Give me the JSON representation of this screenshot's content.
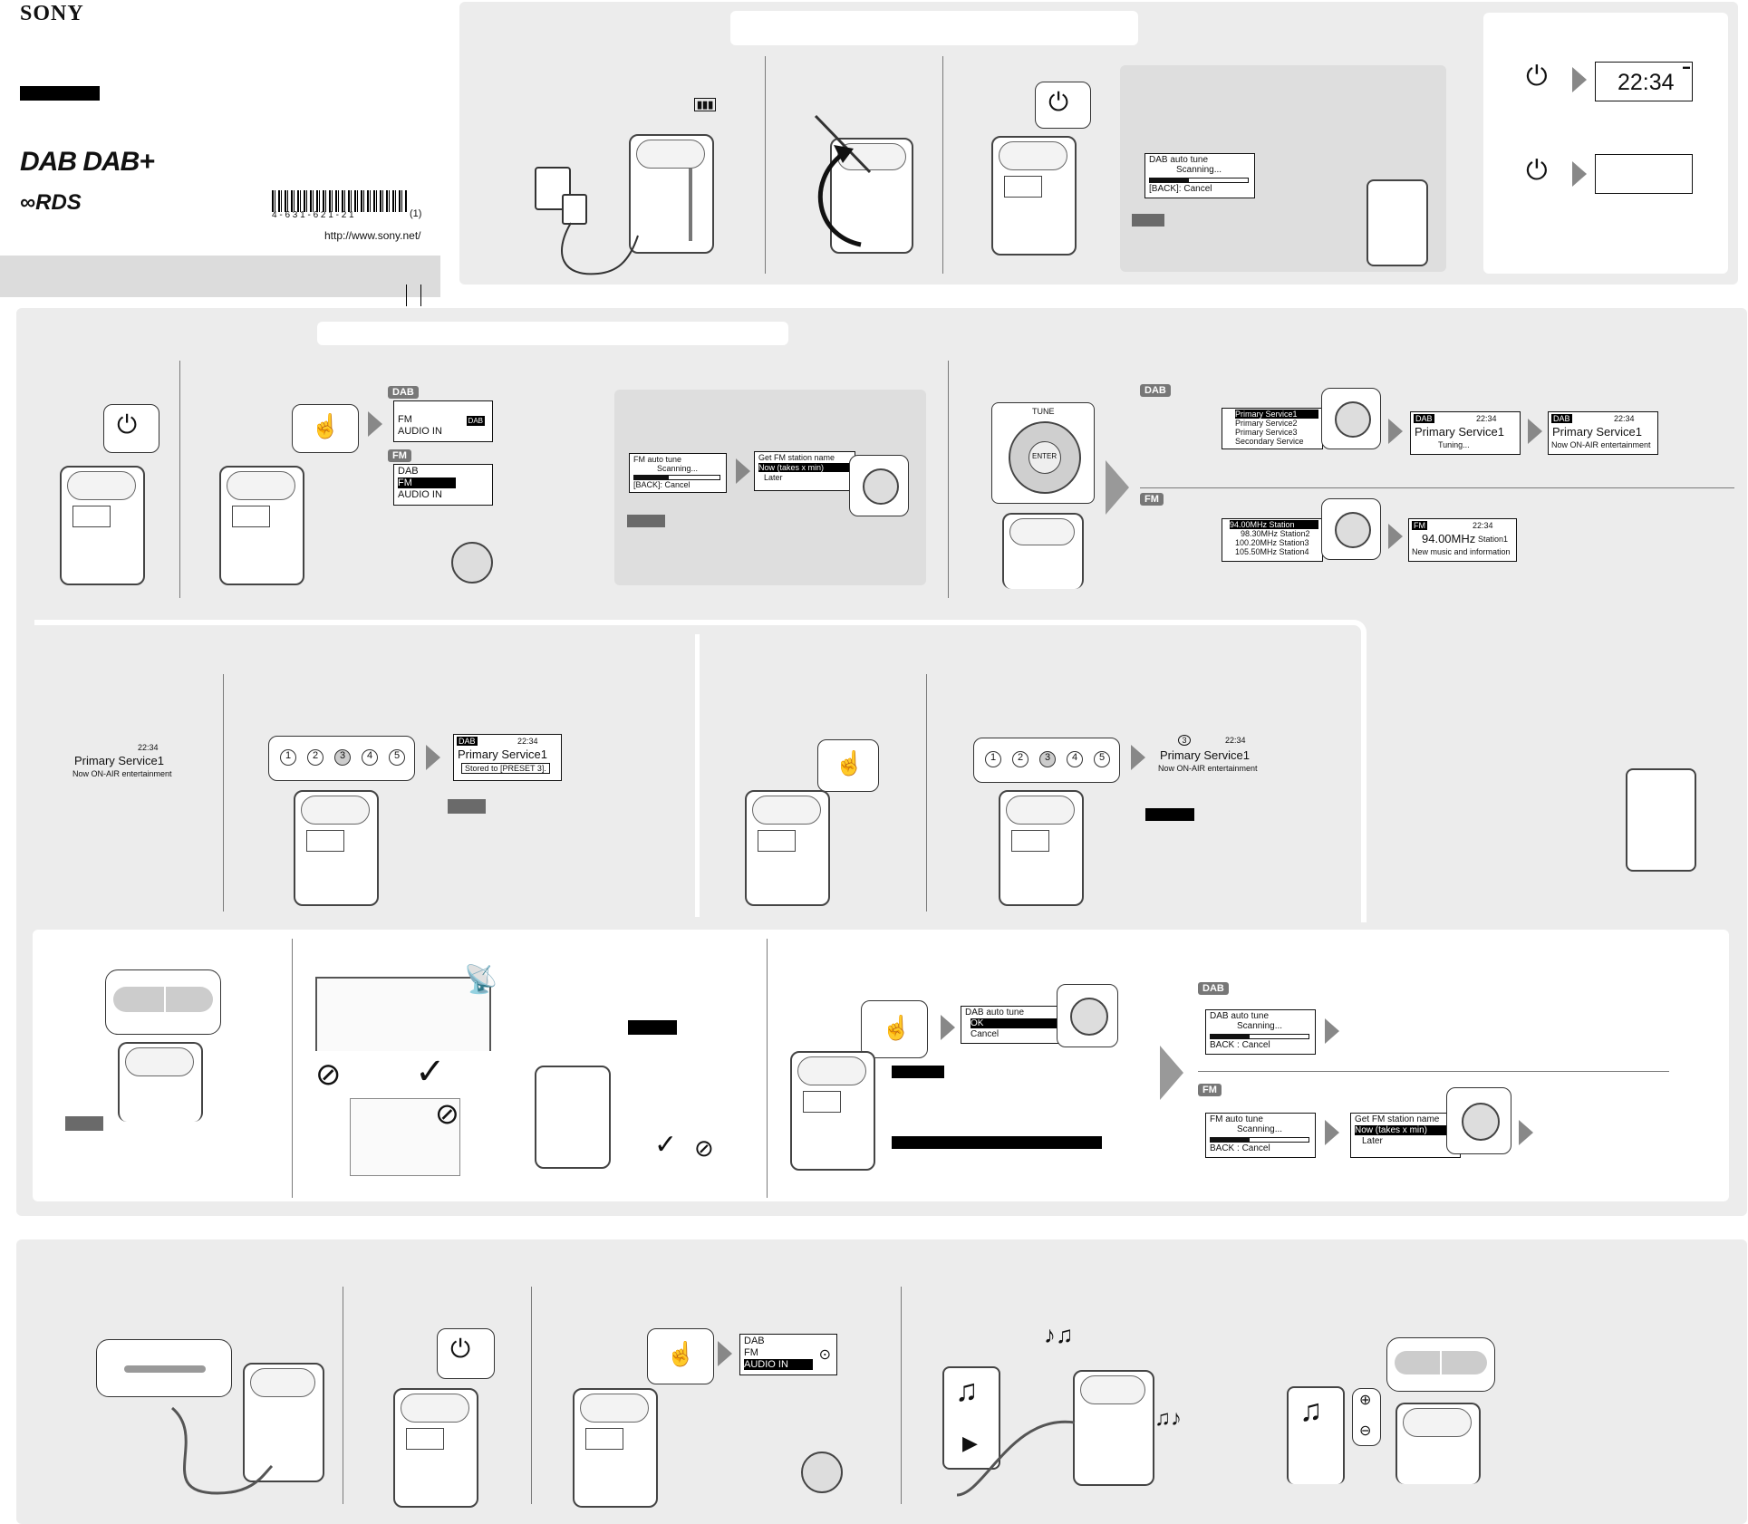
{
  "brand": {
    "logo": "SONY",
    "dab_logo": "DAB DAB+",
    "rds_logo": "RDS",
    "barcode_number": "4 - 6 3 1 - 6 2 1 - 2 1",
    "barcode_suffix": "(1)",
    "url": "http://www.sony.net/"
  },
  "icons": {
    "power": "power-icon",
    "battery": "battery-icon",
    "hand": "hand-press-icon"
  },
  "clock": {
    "time": "22:34"
  },
  "scan_screen": {
    "dab_title": "DAB auto tune",
    "dab_status": "Scanning...",
    "back_cancel": "[BACK]: Cancel",
    "fm_title": "FM auto tune",
    "fm_status": "Scanning...",
    "back_cancel_2": "[BACK]: Cancel"
  },
  "fm_name_prompt": {
    "title": "Get FM station name",
    "option_now": "Now (takes x min)",
    "option_later": "Later"
  },
  "band_menu": {
    "dab_tag": "DAB",
    "fm_tag": "FM",
    "items": [
      "DAB",
      "FM",
      "AUDIO IN"
    ],
    "items_dab_view": [
      "FM",
      "AUDIO IN"
    ],
    "band_icon_text": "DAB"
  },
  "tune_knob": {
    "label": "TUNE",
    "center": "ENTER"
  },
  "dab_list": {
    "items": [
      "Primary Service1",
      "Primary Service2",
      "Primary Service3",
      "Secondary Service"
    ],
    "tuning_screen": {
      "tag": "DAB",
      "time": "22:34",
      "service": "Primary Service1",
      "status": "Tuning..."
    },
    "tuned_screen": {
      "tag": "DAB",
      "time": "22:34",
      "service": "Primary Service1",
      "text": "Now ON-AIR entertainment"
    }
  },
  "fm_list": {
    "items": [
      "94.00MHz Station",
      "98.30MHz Station2",
      "100.20MHz Station3",
      "105.50MHz Station4"
    ],
    "tuned_screen": {
      "tag": "FM",
      "time": "22:34",
      "frequency": "94.00MHz",
      "station": "Station1",
      "text": "New music and information"
    }
  },
  "preset": {
    "buttons": [
      "1",
      "2",
      "3",
      "4",
      "5"
    ],
    "stored_screen": {
      "tag": "DAB",
      "time": "22:34",
      "service": "Primary Service1",
      "message": "Stored to [PRESET 3]."
    },
    "display_left": {
      "time": "22:34",
      "service": "Primary Service1",
      "text": "Now ON-AIR entertainment"
    },
    "recall_screen": {
      "preset_no": "3",
      "time": "22:34",
      "service": "Primary Service1",
      "text": "Now ON-AIR entertainment"
    }
  },
  "autotune_confirm": {
    "title": "DAB auto tune",
    "option_ok": "OK",
    "option_cancel": "Cancel"
  },
  "rescan": {
    "dab_tag": "DAB",
    "fm_tag": "FM",
    "dab_title": "DAB auto tune",
    "dab_status": "Scanning...",
    "back_cancel": "BACK : Cancel",
    "fm_title": "FM auto tune",
    "fm_status": "Scanning...",
    "fm_back_cancel": "BACK : Cancel",
    "fm_prompt_title": "Get FM station name",
    "fm_prompt_now": "Now (takes x min)",
    "fm_prompt_later": "Later"
  },
  "audio_in_menu": {
    "items": [
      "DAB",
      "FM",
      "AUDIO IN"
    ]
  },
  "colors": {
    "panel_bg": "#ececec",
    "highlight": "#000000",
    "gray_tag": "#777777"
  }
}
